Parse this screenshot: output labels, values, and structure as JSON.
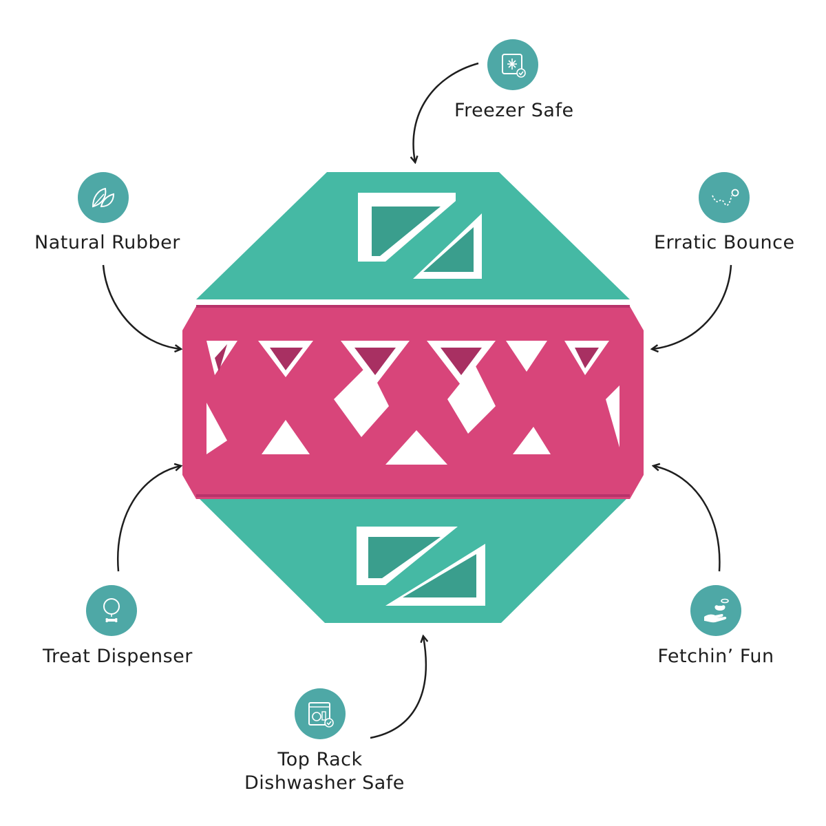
{
  "colors": {
    "icon_bg": "#4ea8a6",
    "teal_body": "#45b9a4",
    "pink_band": "#d8457a",
    "text": "#1e1e1e"
  },
  "features": {
    "freezer_safe": {
      "label": "Freezer Safe",
      "icon": "freezer-icon"
    },
    "natural_rubber": {
      "label": "Natural Rubber",
      "icon": "leaf-icon"
    },
    "erratic_bounce": {
      "label": "Erratic Bounce",
      "icon": "bounce-icon"
    },
    "treat_dispenser": {
      "label": "Treat Dispenser",
      "icon": "treat-dispenser-icon"
    },
    "fetchin_fun": {
      "label": "Fetchin’ Fun",
      "icon": "fetch-hand-icon"
    },
    "dishwasher_safe": {
      "label_line1": "Top Rack",
      "label_line2": "Dishwasher Safe",
      "icon": "dishwasher-icon"
    }
  }
}
